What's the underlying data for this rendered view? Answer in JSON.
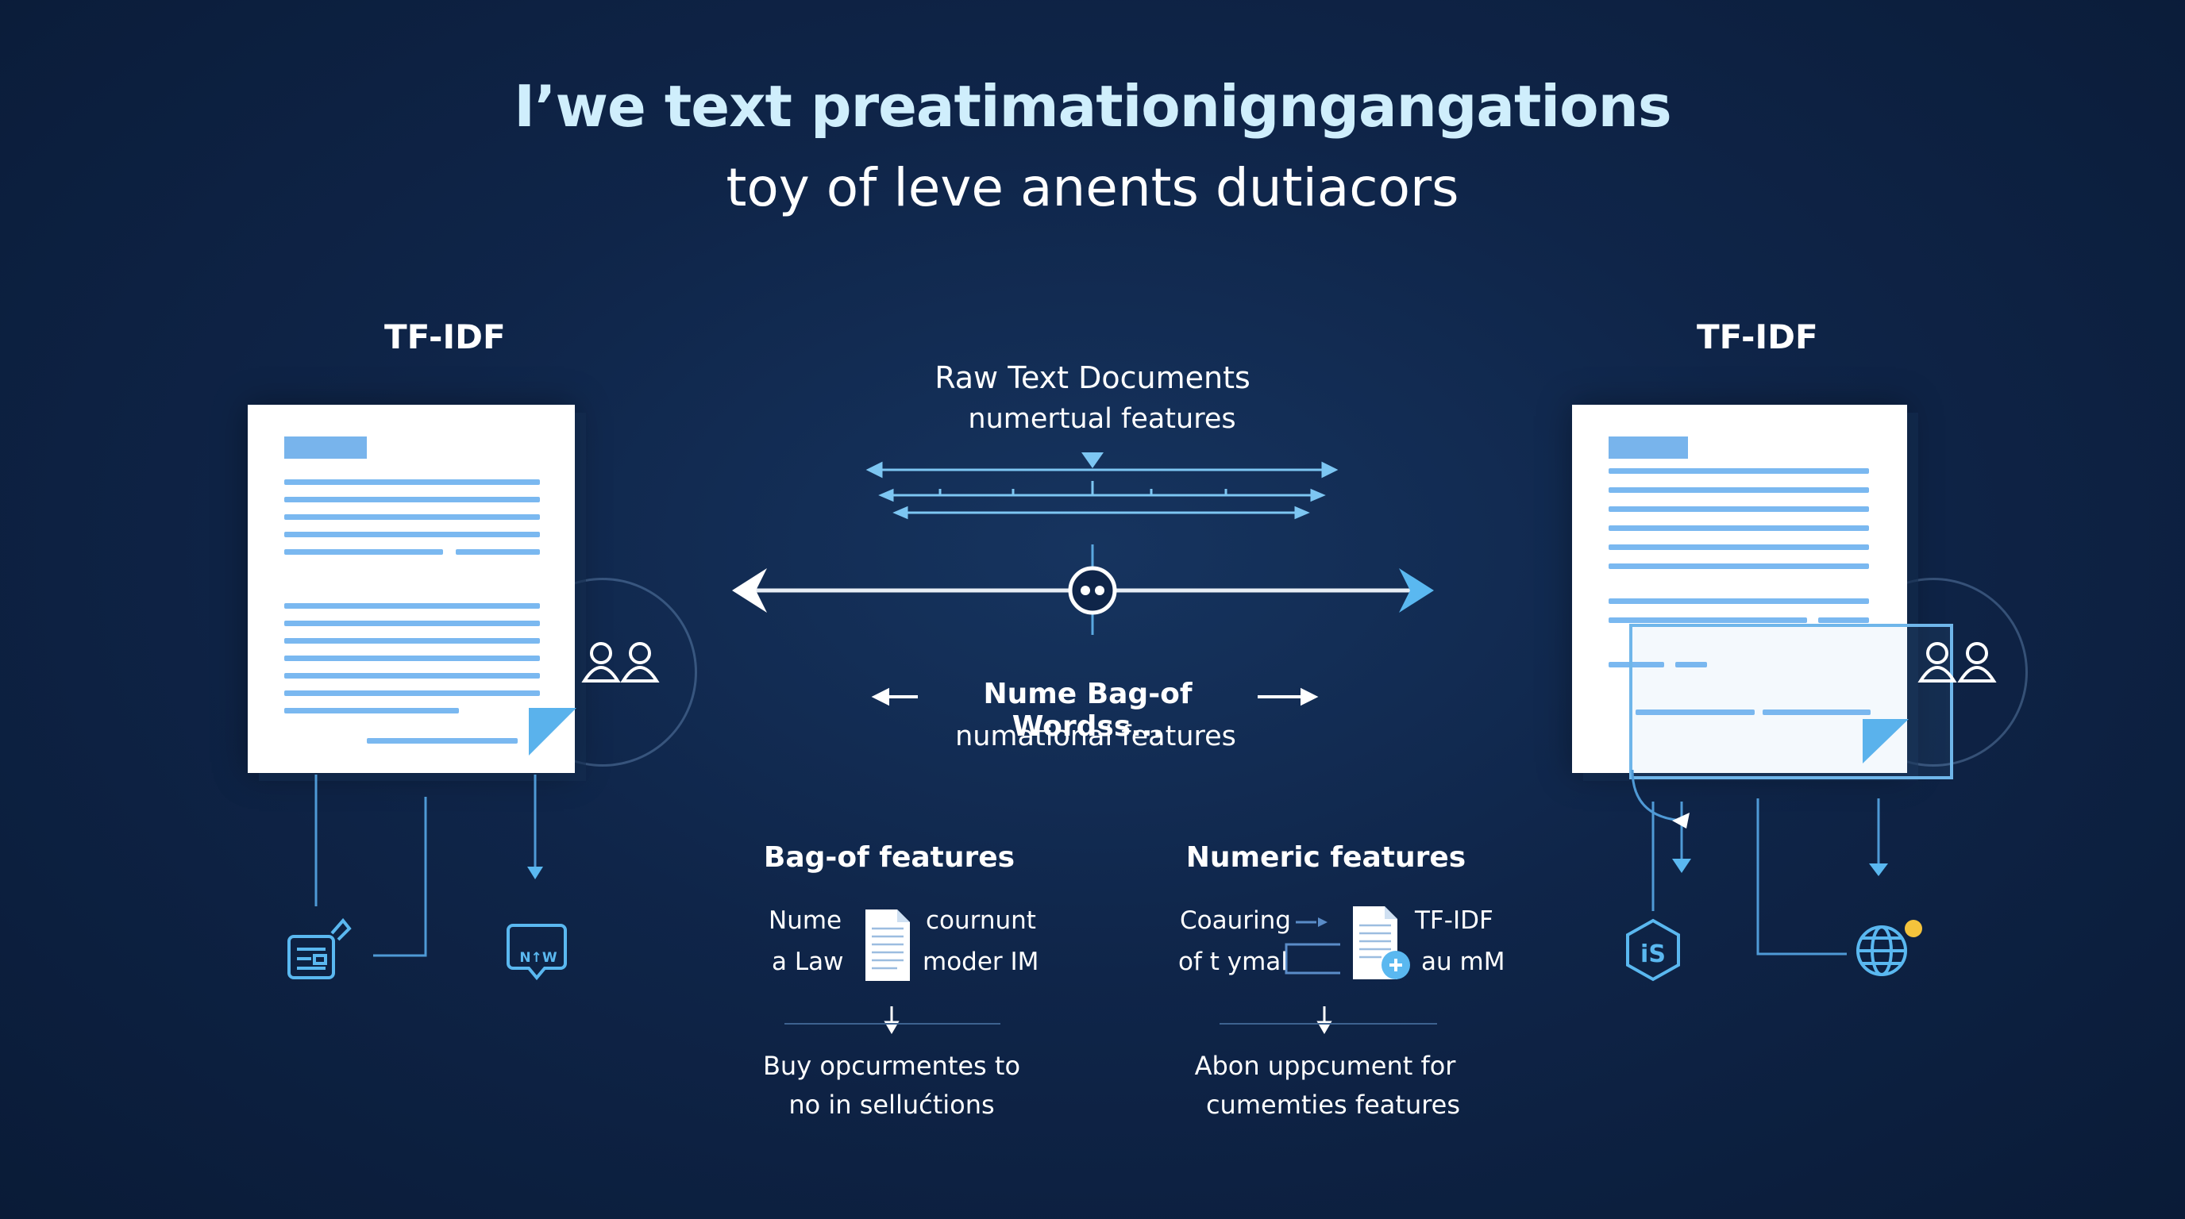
{
  "title": "I’we text preatimationigngangations",
  "subtitle": "toy of leve anents dutiacors",
  "left_column": {
    "title": "TF-IDF"
  },
  "right_column": {
    "title": "TF-IDF"
  },
  "center": {
    "raw_label": "Raw Text Documents",
    "raw_sub": "numertual features",
    "bag_label": "Nume Bag-of Wordss...",
    "bag_sub": "numational features"
  },
  "bag_section": {
    "title": "Bag-of features",
    "left_lines": [
      "Nume",
      "a Law"
    ],
    "right_lines": [
      "cournunt",
      "moder IM"
    ],
    "footer_lines": [
      "Buy opcurmentes to",
      "no in sellućtions"
    ]
  },
  "numeric_section": {
    "title": "Numeric features",
    "left_lines": [
      "Coauring",
      "of t ymal"
    ],
    "right_lines": [
      "TF-IDF",
      "au mM"
    ],
    "footer_lines": [
      "Abon uppcument for",
      "cumemties features"
    ]
  },
  "icons": {
    "left": [
      "document-chart-icon",
      "new-badge-icon"
    ],
    "right": [
      "js-hexagon-icon",
      "globe-gear-icon"
    ],
    "badge_texts": [
      "N↑W",
      "iS"
    ]
  },
  "colors": {
    "background": "#0f2549",
    "accent": "#5ab8f0",
    "doc_line": "#7ab8f0",
    "title": "#cfeefc"
  }
}
